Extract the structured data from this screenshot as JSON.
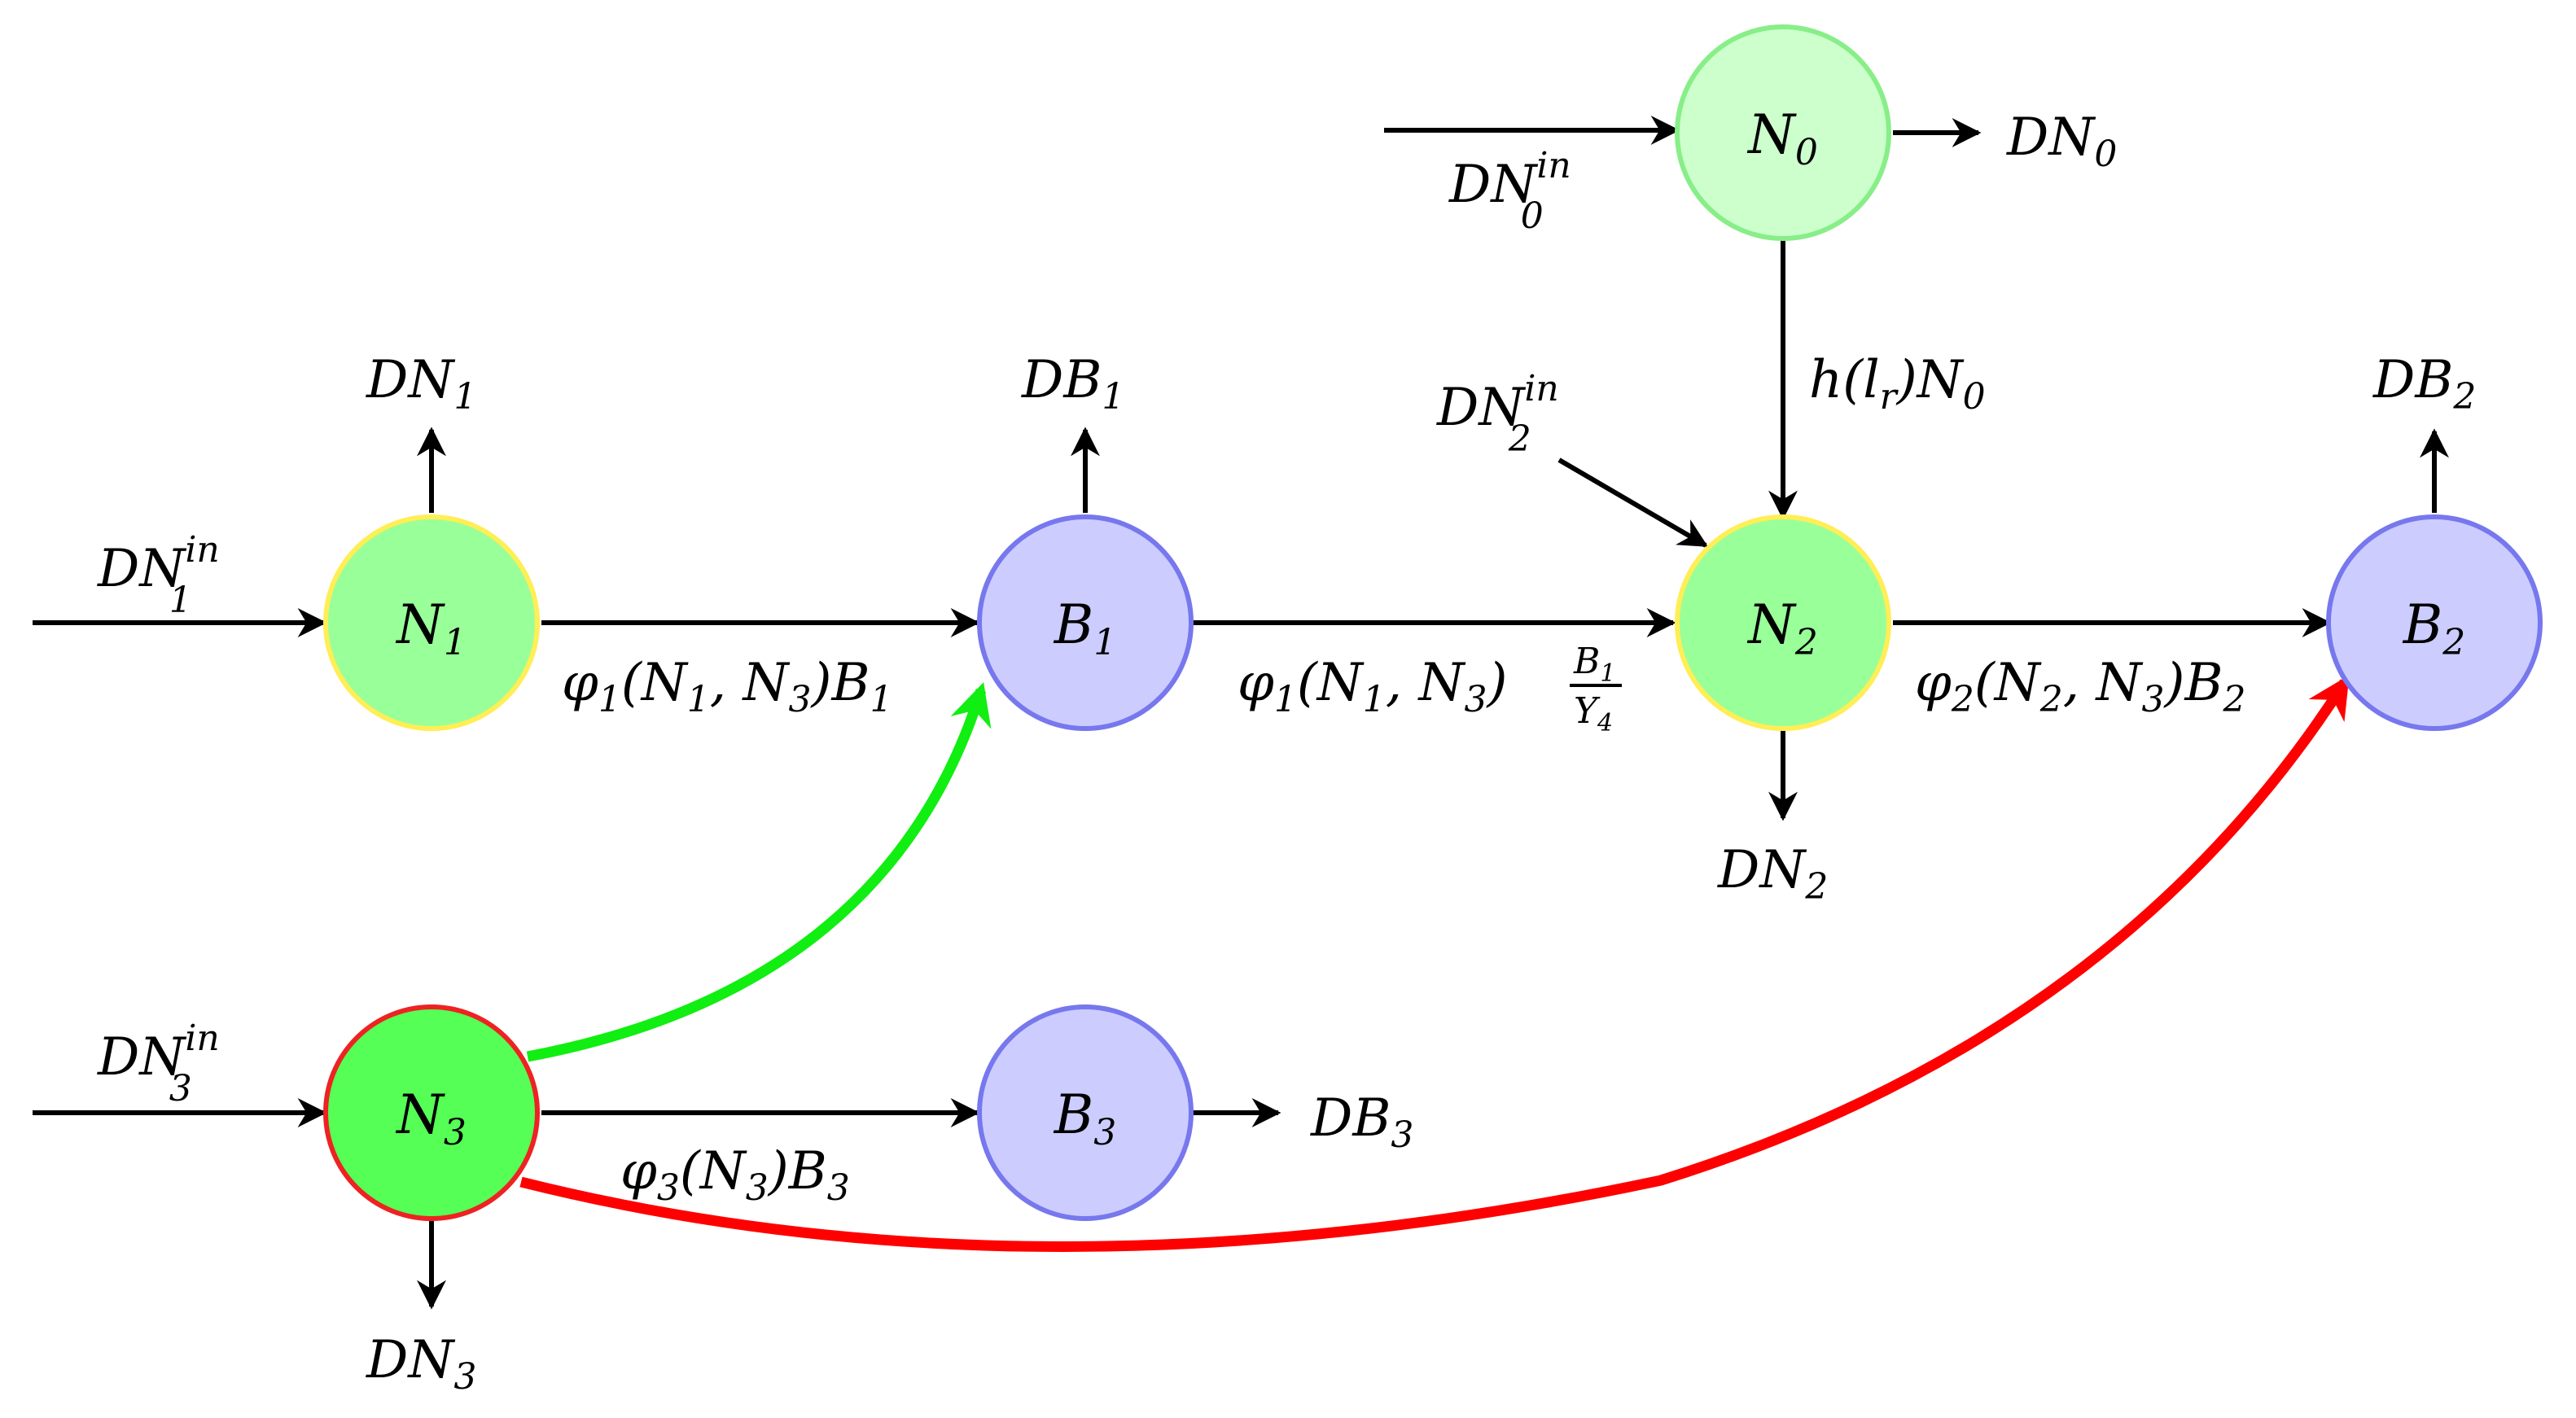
{
  "colors": {
    "n_light": "#ccffcc",
    "n_mid": "#99ff99",
    "n_dark": "#55ff55",
    "b_fill": "#ccccff",
    "b_stroke": "#7777ee",
    "yellow_stroke": "#ffee55",
    "red_stroke": "#ee2222",
    "green_stroke": "#88ee88",
    "green_arrow": "#11ee11",
    "red_arrow": "#ff0000"
  },
  "nodes": {
    "n0": {
      "base": "N",
      "sub": "0"
    },
    "n1": {
      "base": "N",
      "sub": "1"
    },
    "n2": {
      "base": "N",
      "sub": "2"
    },
    "n3": {
      "base": "N",
      "sub": "3"
    },
    "b1": {
      "base": "B",
      "sub": "1"
    },
    "b2": {
      "base": "B",
      "sub": "2"
    },
    "b3": {
      "base": "B",
      "sub": "3"
    }
  },
  "labels": {
    "dn0_in": {
      "base": "DN",
      "sub": "0",
      "sup": "in"
    },
    "dn1_in": {
      "base": "DN",
      "sub": "1",
      "sup": "in"
    },
    "dn2_in": {
      "base": "DN",
      "sub": "2",
      "sup": "in"
    },
    "dn3_in": {
      "base": "DN",
      "sub": "3",
      "sup": "in"
    },
    "dn0": {
      "base": "DN",
      "sub": "0"
    },
    "dn1": {
      "base": "DN",
      "sub": "1"
    },
    "dn2": {
      "base": "DN",
      "sub": "2"
    },
    "dn3": {
      "base": "DN",
      "sub": "3"
    },
    "db1": {
      "base": "DB",
      "sub": "1"
    },
    "db2": {
      "base": "DB",
      "sub": "2"
    },
    "db3": {
      "base": "DB",
      "sub": "3"
    },
    "h_lr": {
      "h": "h",
      "open": "(",
      "l": "l",
      "r": "r",
      "close": ")",
      "n": "N",
      "sub": "0"
    },
    "phi1_b1": {
      "phi": "φ",
      "s1": "1",
      "open": "(",
      "n1": "N",
      "n1s": "1",
      "comma": ", ",
      "n3": "N",
      "n3s": "3",
      "close": ")",
      "b": "B",
      "bs": "1"
    },
    "phi1_frac": {
      "phi": "φ",
      "s1": "1",
      "open": "(",
      "n1": "N",
      "n1s": "1",
      "comma": ", ",
      "n3": "N",
      "n3s": "3",
      "close": ")",
      "num": "B",
      "nums": "1",
      "den": "Y",
      "dens": "4"
    },
    "phi2_b2": {
      "phi": "φ",
      "s1": "2",
      "open": "(",
      "n2": "N",
      "n2s": "2",
      "comma": ", ",
      "n3": "N",
      "n3s": "3",
      "close": ")",
      "b": "B",
      "bs": "2"
    },
    "phi3_b3": {
      "phi": "φ",
      "s1": "3",
      "open": "(",
      "n3": "N",
      "n3s": "3",
      "close": ")",
      "b": "B",
      "bs": "3"
    }
  }
}
